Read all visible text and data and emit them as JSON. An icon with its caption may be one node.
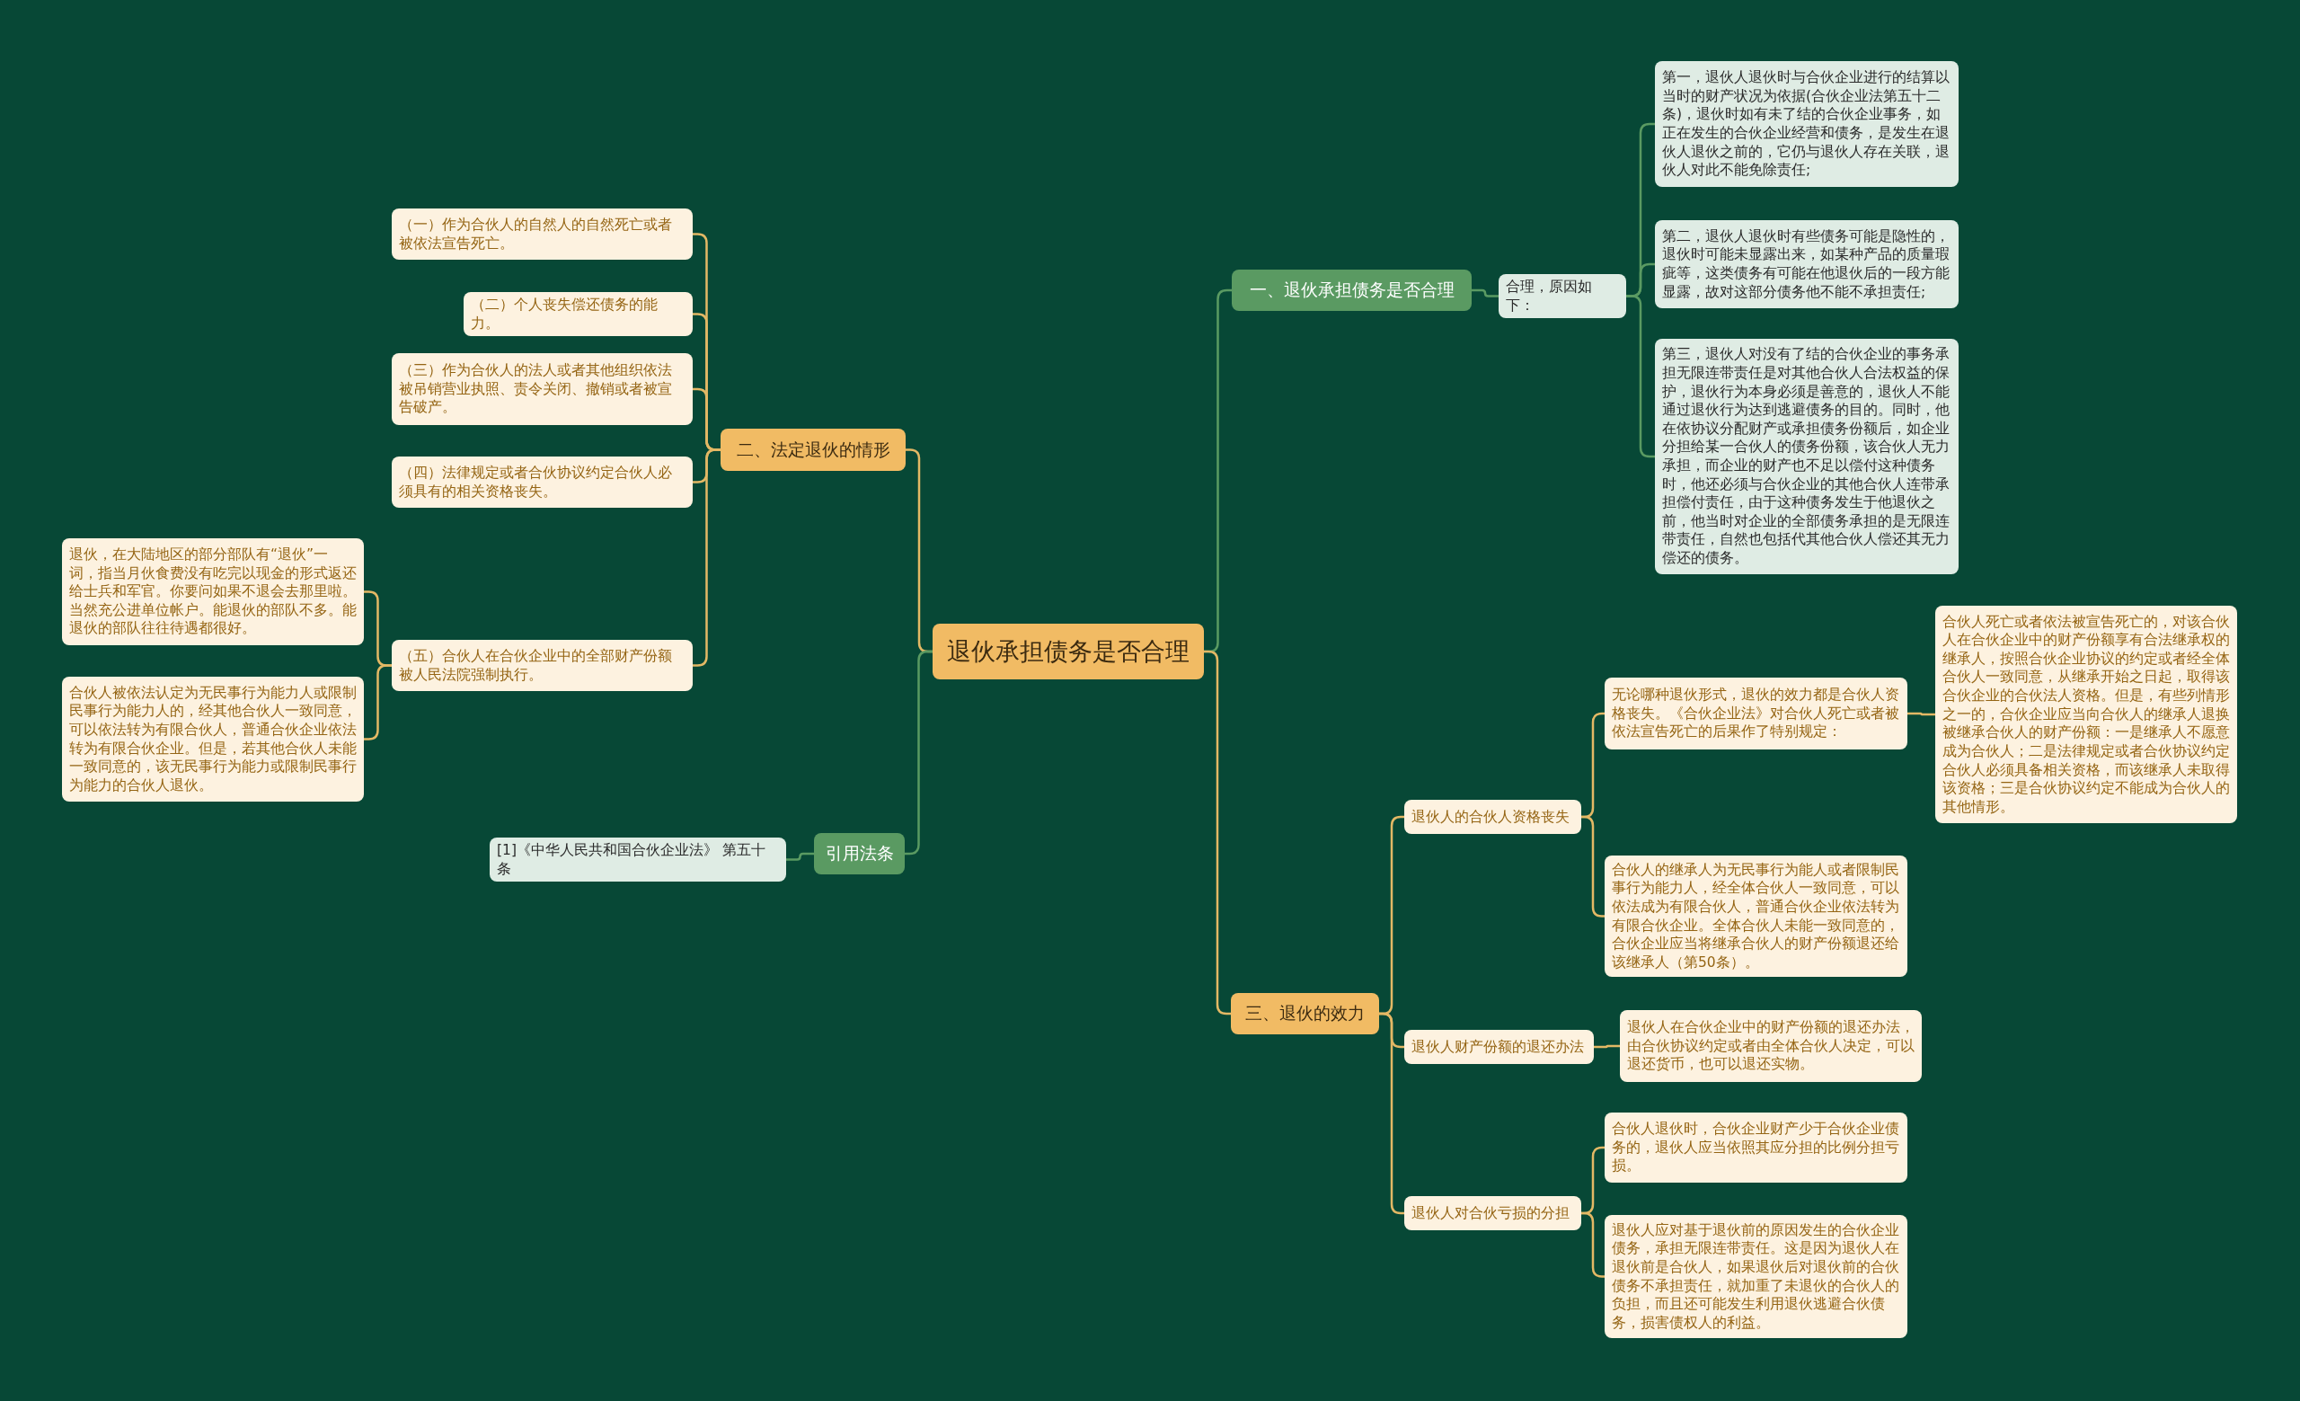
{
  "diagram": {
    "nodes": [
      {
        "text": [
          "退伙承担债务是否合理"
        ]
      },
      {
        "text": [
          "一、退伙承担债务是否合理"
        ]
      },
      {
        "text": [
          "合理，原因如下："
        ]
      },
      {
        "text": [
          "第一，退伙人退伙时与合伙企业进行的结算以当时的财产状况为依据(合伙企业法第五十二条)，退伙时如有未了结的合伙企业事务，如正在发生的合伙企业经营和债务，是发生在退伙人退伙之前的，它仍与退伙人存在关联，退伙人对此不能免除责任;"
        ]
      },
      {
        "text": [
          "第二，退伙人退伙时有些债务可能是隐性的，退伙时可能未显露出来，如某种产品的质量瑕疵等，这类债务有可能在他退伙后的一段方能显露，故对这部分债务他不能不承担责任;"
        ]
      },
      {
        "text": [
          "第三，退伙人对没有了结的合伙企业的事务承担无限连带责任是对其他合伙人合法权益的保护，退伙行为本身必须是善意的，退伙人不能通过退伙行为达到逃避债务的目的。同时，他在依协议分配财产或承担债务份额后，如企业分担给某一合伙人的债务份额，该合伙人无力承担，而企业的财产也不足以偿付这种债务时，他还必须与合伙企业的其他合伙人连带承担偿付责任，由于这种债务发生于他退伙之前，他当时对企业的全部债务承担的是无限连带责任，自然也包括代其他合伙人偿还其无力偿还的债务。"
        ]
      },
      {
        "text": [
          "二、法定退伙的情形"
        ]
      },
      {
        "text": [
          "（一）作为合伙人的自然人的自然死亡或者被依法宣告死亡。"
        ]
      },
      {
        "text": [
          "（二）个人丧失偿还债务的能力。"
        ]
      },
      {
        "text": [
          "（三）作为合伙人的法人或者其他组织依法被吊销营业执照、责令关闭、撤销或者被宣告破产。"
        ]
      },
      {
        "text": [
          "（四）法律规定或者合伙协议约定合伙人必须具有的相关资格丧失。"
        ]
      },
      {
        "text": [
          "（五）合伙人在合伙企业中的全部财产份额被人民法院强制执行。"
        ]
      },
      {
        "text": [
          "退伙，在大陆地区的部分部队有“退伙”一词，指当月伙食费没有吃完以现金的形式返还给士兵和军官。你要问如果不退会去那里啦。当然充公进单位帐户。能退伙的部队不多。能退伙的部队往往待遇都很好。"
        ]
      },
      {
        "text": [
          "合伙人被依法认定为无民事行为能力人或限制民事行为能力人的，经其他合伙人一致同意，可以依法转为有限合伙人，普通合伙企业依法转为有限合伙企业。但是，若其他合伙人未能一致同意的，该无民事行为能力或限制民事行为能力的合伙人退伙。"
        ]
      },
      {
        "text": [
          "引用法条"
        ]
      },
      {
        "text": [
          "[1]《中华人民共和国合伙企业法》 第五十条"
        ]
      },
      {
        "text": [
          "三、退伙的效力"
        ]
      },
      {
        "text": [
          "退伙人的合伙人资格丧失"
        ]
      },
      {
        "text": [
          "无论哪种退伙形式，退伙的效力都是合伙人资格丧失。《合伙企业法》对合伙人死亡或者被依法宣告死亡的后果作了特别规定："
        ]
      },
      {
        "text": [
          "合伙人死亡或者依法被宣告死亡的，对该合伙人在合伙企业中的财产份额享有合法继承权的继承人，按照合伙企业协议的约定或者经全体合伙人一致同意，从继承开始之日起，取得该合伙企业的合伙法人资格。但是，有些列情形之一的，合伙企业应当向合伙人的继承人退换被继承合伙人的财产份额：一是继承人不愿意成为合伙人；二是法律规定或者合伙协议约定合伙人必须具备相关资格，而该继承人未取得该资格；三是合伙协议约定不能成为合伙人的其他情形。"
        ]
      },
      {
        "text": [
          "合伙人的继承人为无民事行为能人或者限制民事行为能力人，经全体合伙人一致同意，可以依法成为有限合伙人，普通合伙企业依法转为有限合伙企业。全体合伙人未能一致同意的，合伙企业应当将继承合伙人的财产份额退还给该继承人（第50条）。"
        ]
      },
      {
        "text": [
          "退伙人财产份额的退还办法"
        ]
      },
      {
        "text": [
          "退伙人在合伙企业中的财产份额的退还办法，由合伙协议约定或者由全体合伙人决定，可以退还货币，也可以退还实物。"
        ]
      },
      {
        "text": [
          "退伙人对合伙亏损的分担"
        ]
      },
      {
        "text": [
          "合伙人退伙时，合伙企业财产少于合伙企业债务的，退伙人应当依照其应分担的比例分担亏损。"
        ]
      },
      {
        "text": [
          "退伙人应对基于退伙前的原因发生的合伙企业债务，承担无限连带责任。这是因为退伙人在退伙前是合伙人，如果退伙后对退伙前的合伙债务不承担责任，就加重了未退伙的合伙人的负担，而且还可能发生利用退伙逃避合伙债务，损害债权人的利益。"
        ]
      }
    ],
    "edges": [
      {
        "from": 0,
        "to": 1,
        "arrow": "none",
        "color": "#5a9a62"
      },
      {
        "from": 1,
        "to": 2,
        "arrow": "none",
        "color": "#5a9a62"
      },
      {
        "from": 2,
        "to": 3,
        "arrow": "none",
        "color": "#5a9a62"
      },
      {
        "from": 2,
        "to": 4,
        "arrow": "none",
        "color": "#5a9a62"
      },
      {
        "from": 2,
        "to": 5,
        "arrow": "none",
        "color": "#5a9a62"
      },
      {
        "from": 0,
        "to": 6,
        "arrow": "none"
      },
      {
        "from": 6,
        "to": 7,
        "arrow": "none"
      },
      {
        "from": 6,
        "to": 8,
        "arrow": "none"
      },
      {
        "from": 6,
        "to": 9,
        "arrow": "none"
      },
      {
        "from": 6,
        "to": 10,
        "arrow": "none"
      },
      {
        "from": 6,
        "to": 11,
        "arrow": "none"
      },
      {
        "from": 11,
        "to": 12,
        "arrow": "none"
      },
      {
        "from": 11,
        "to": 13,
        "arrow": "none"
      },
      {
        "from": 0,
        "to": 14,
        "arrow": "none",
        "color": "#5a9a62"
      },
      {
        "from": 14,
        "to": 15,
        "arrow": "none",
        "color": "#5a9a62"
      },
      {
        "from": 0,
        "to": 16,
        "arrow": "none"
      },
      {
        "from": 16,
        "to": 17,
        "arrow": "none"
      },
      {
        "from": 17,
        "to": 18,
        "arrow": "none"
      },
      {
        "from": 18,
        "to": 19,
        "arrow": "none"
      },
      {
        "from": 17,
        "to": 20,
        "arrow": "none"
      },
      {
        "from": 16,
        "to": 21,
        "arrow": "none"
      },
      {
        "from": 21,
        "to": 22,
        "arrow": "none"
      },
      {
        "from": 16,
        "to": 23,
        "arrow": "none"
      },
      {
        "from": 23,
        "to": 24,
        "arrow": "none"
      },
      {
        "from": 23,
        "to": 25,
        "arrow": "none"
      }
    ]
  }
}
